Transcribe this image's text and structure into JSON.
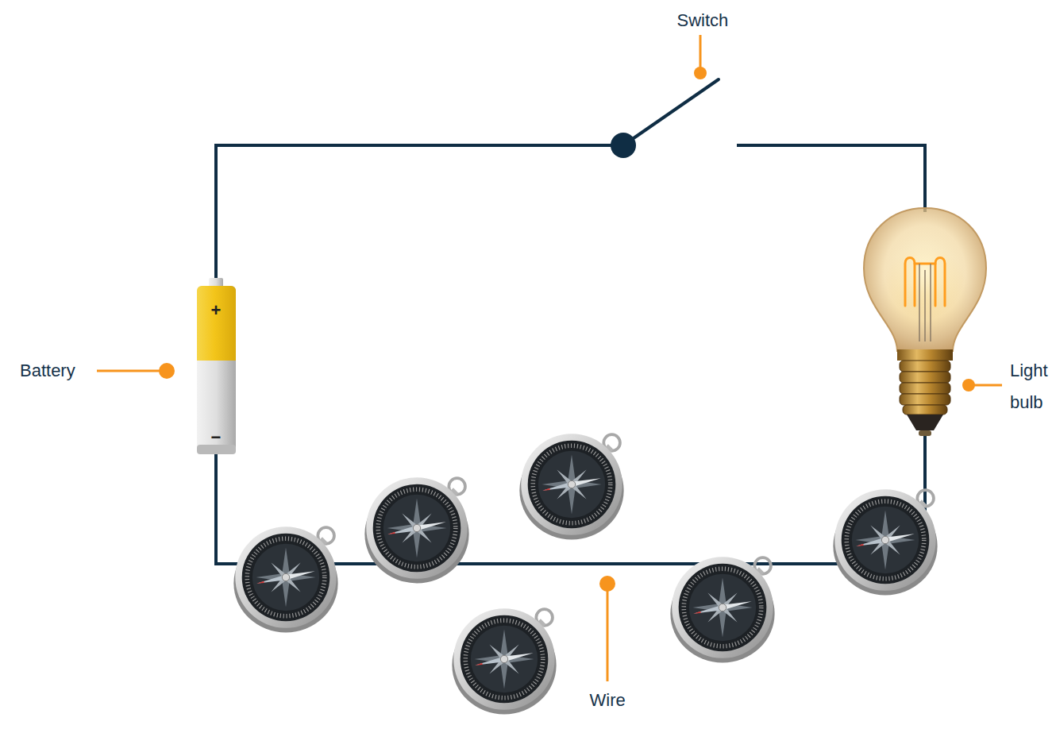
{
  "diagram": {
    "labels": [
      "Switch",
      "Battery",
      "+",
      "−",
      "Light bulb",
      "Wire"
    ]
  }
}
